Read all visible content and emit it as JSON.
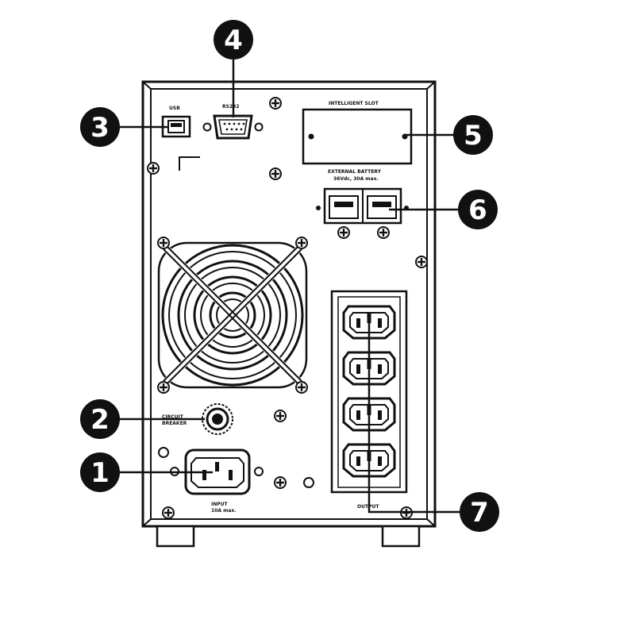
{
  "labels": {
    "usb": "USB",
    "rs232": "RS232",
    "intelligent_slot": "INTELLIGENT SLOT",
    "external_battery_line1": "EXTERNAL BATTERY",
    "external_battery_line2": "36Vdc, 30A max.",
    "circuit_breaker_line1": "CIRCUIT",
    "circuit_breaker_line2": "BREAKER",
    "input_line1": "INPUT",
    "input_line2": "10A max.",
    "output": "OUTPUT"
  },
  "callouts": [
    "1",
    "2",
    "3",
    "4",
    "5",
    "6",
    "7"
  ],
  "colors": {
    "line": "#111111",
    "background": "#ffffff",
    "callout_fill": "#111111",
    "callout_text": "#ffffff"
  }
}
